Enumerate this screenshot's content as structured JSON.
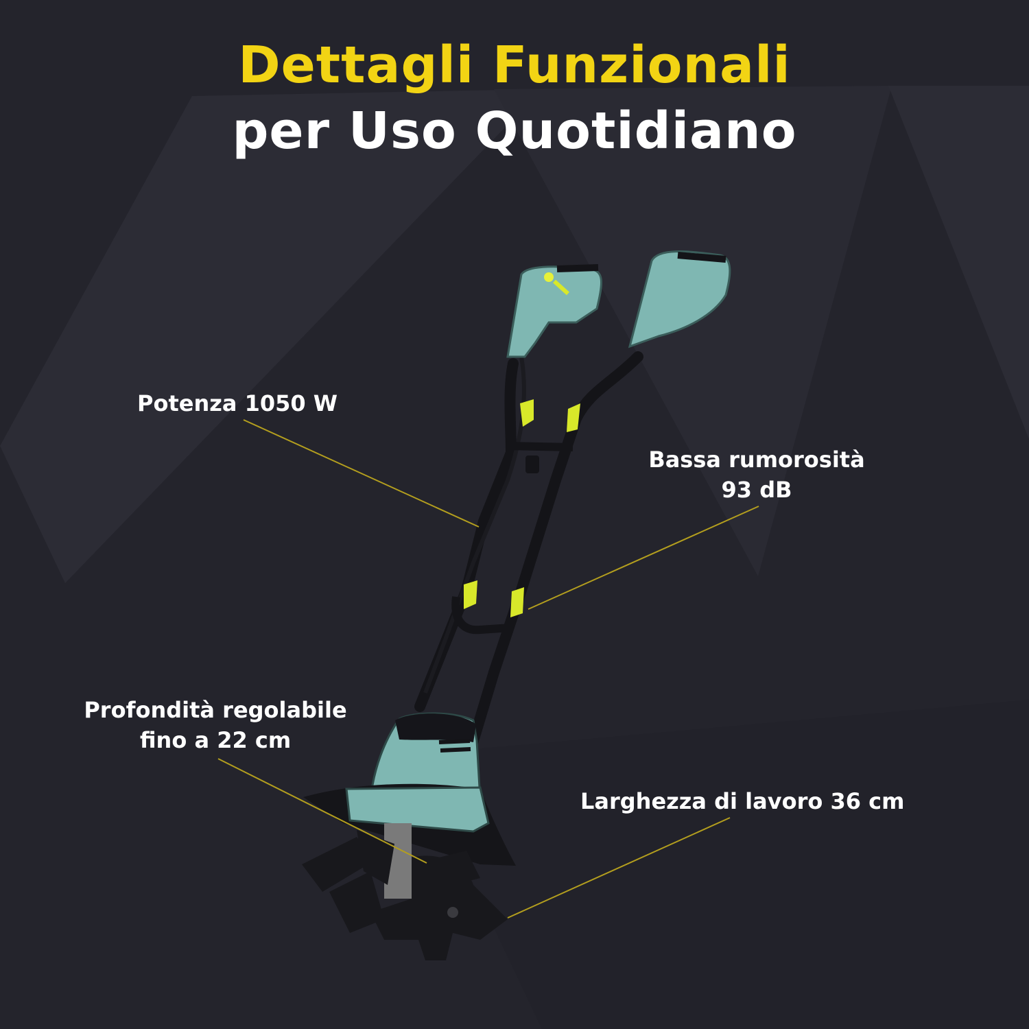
{
  "headline": {
    "line1": "Dettagli Funzionali",
    "line2": "per Uso Quotidiano"
  },
  "features": {
    "power": "Potenza 1050 W",
    "noise_line1": "Bassa rumorosità",
    "noise_line2": "93 dB",
    "depth_line1": "Profondità regolabile",
    "depth_line2": "fino a 22 cm",
    "width": "Larghezza di lavoro 36 cm"
  },
  "colors": {
    "background": "#24242c",
    "accent_yellow": "#f2d414",
    "product_teal": "#7fb7b2",
    "lime_clips": "#d8e82a"
  }
}
